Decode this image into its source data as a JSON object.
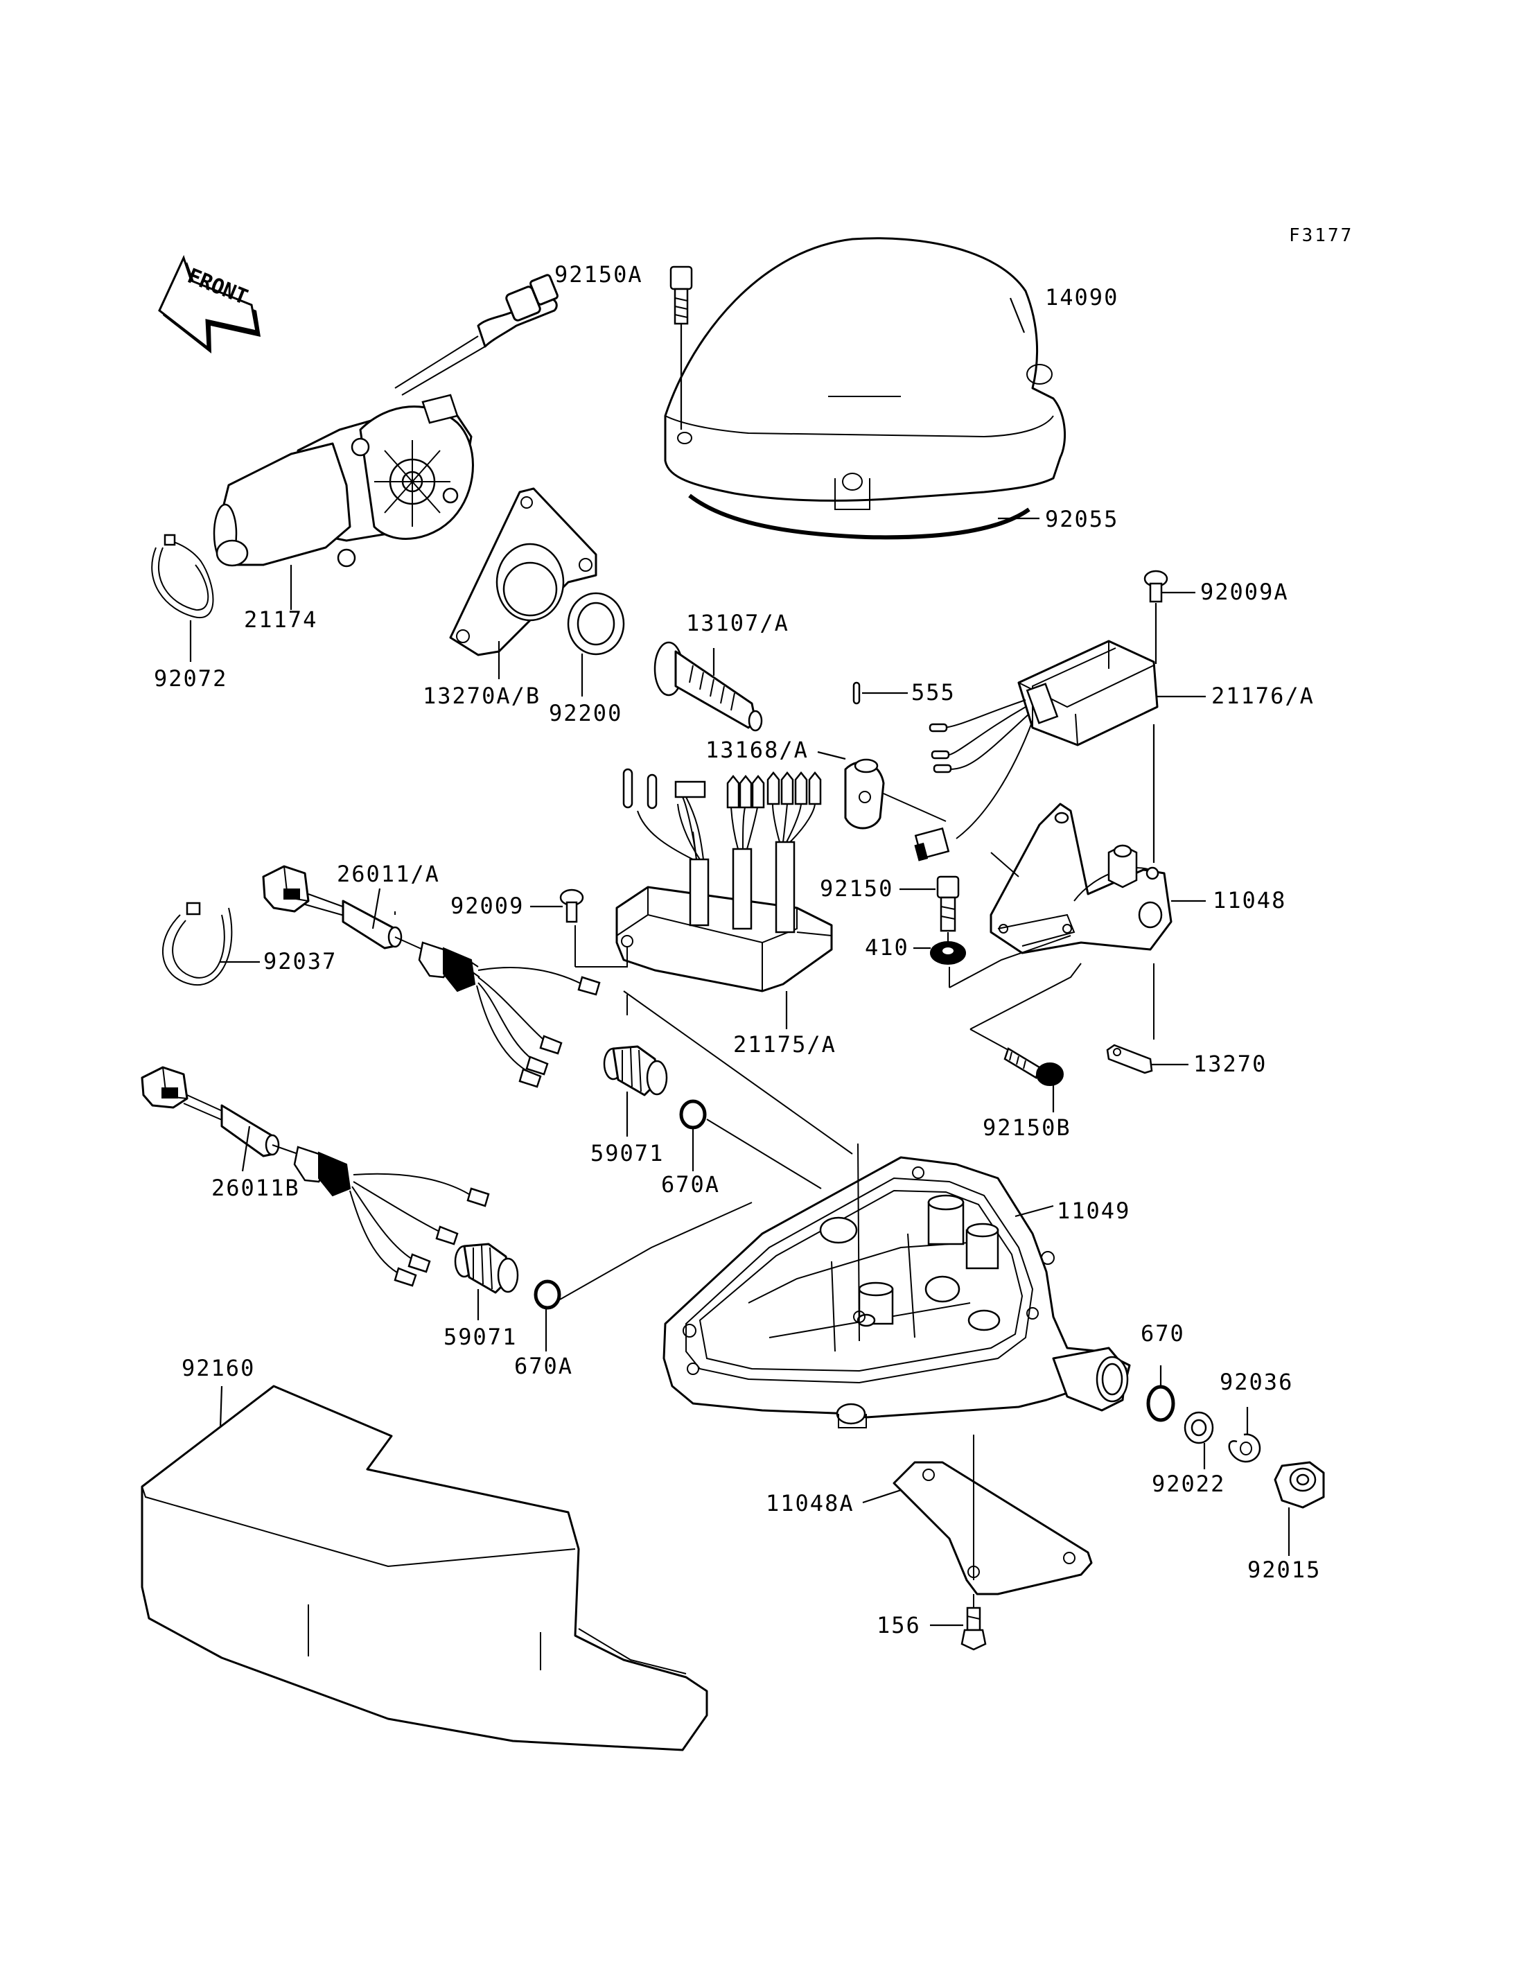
{
  "figure_code": "F3177",
  "front_arrow_label": "FRONT",
  "callouts": {
    "p92150A": "92150A",
    "p14090": "14090",
    "p92055": "92055",
    "p92009A": "92009A",
    "p21174": "21174",
    "p92072": "92072",
    "p13270AB": "13270A/B",
    "p92200": "92200",
    "p13107A": "13107/A",
    "p555": "555",
    "p21176A": "21176/A",
    "p13168A": "13168/A",
    "p26011A": "26011/A",
    "p92009": "92009",
    "p92150": "92150",
    "p11048": "11048",
    "p92037": "92037",
    "p410": "410",
    "p21175A": "21175/A",
    "p13270": "13270",
    "p92150B": "92150B",
    "p59071_a": "59071",
    "p670A_a": "670A",
    "p26011B": "26011B",
    "p11049": "11049",
    "p59071_b": "59071",
    "p670A_b": "670A",
    "p670": "670",
    "p92160": "92160",
    "p92036": "92036",
    "p92022": "92022",
    "p11048A": "11048A",
    "p92015": "92015",
    "p156": "156"
  }
}
